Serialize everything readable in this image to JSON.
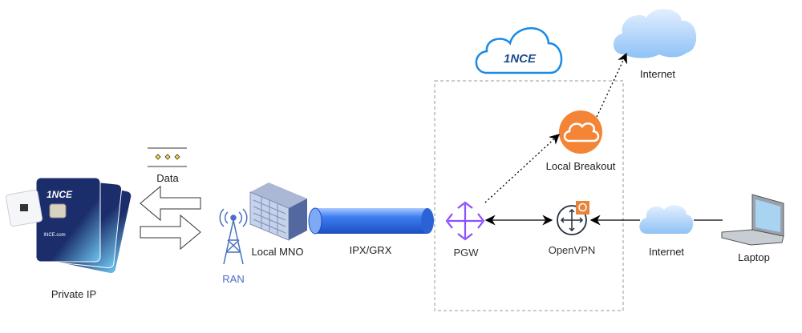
{
  "labels": {
    "sim": "Private IP",
    "sim_brand": "1NCE",
    "sim_url": "INCE.com",
    "data": "Data",
    "ran": "RAN",
    "mno": "Local MNO",
    "ipx": "IPX/GRX",
    "cloud_brand": "1NCE",
    "internet_top": "Internet",
    "breakout": "Local Breakout",
    "pgw": "PGW",
    "openvpn": "OpenVPN",
    "internet_bottom": "Internet",
    "laptop": "Laptop"
  },
  "colors": {
    "ran": "#4a6fc2",
    "pgw": "#8c4fff",
    "breakout": "#f58536",
    "brand_cloud": "#1a8ae5",
    "sim": "#1b2d6b",
    "tube": "#2f6fe0"
  }
}
